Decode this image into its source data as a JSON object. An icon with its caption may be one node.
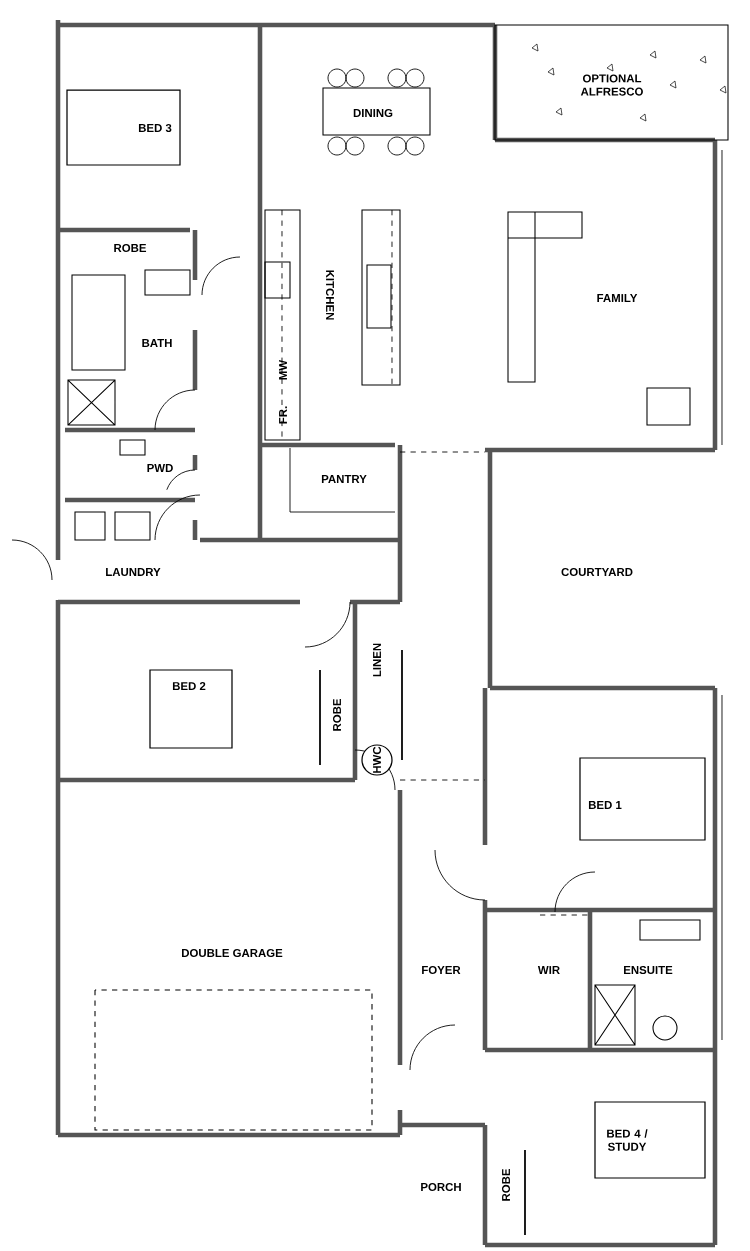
{
  "diagram": {
    "labels": [
      "BED 3",
      "DINING",
      "OPTIONAL ALFRESCO",
      "ROBE",
      "KITCHEN",
      "FAMILY",
      "BATH",
      "MW",
      "FR.",
      "PWD",
      "PANTRY",
      "LAUNDRY",
      "COURTYARD",
      "BED 2",
      "ROBE",
      "LINEN",
      "HWC",
      "BED 1",
      "DOUBLE GARAGE",
      "FOYER",
      "WIR",
      "ENSUITE",
      "BED 4 / STUDY",
      "PORCH",
      "ROBE"
    ]
  }
}
